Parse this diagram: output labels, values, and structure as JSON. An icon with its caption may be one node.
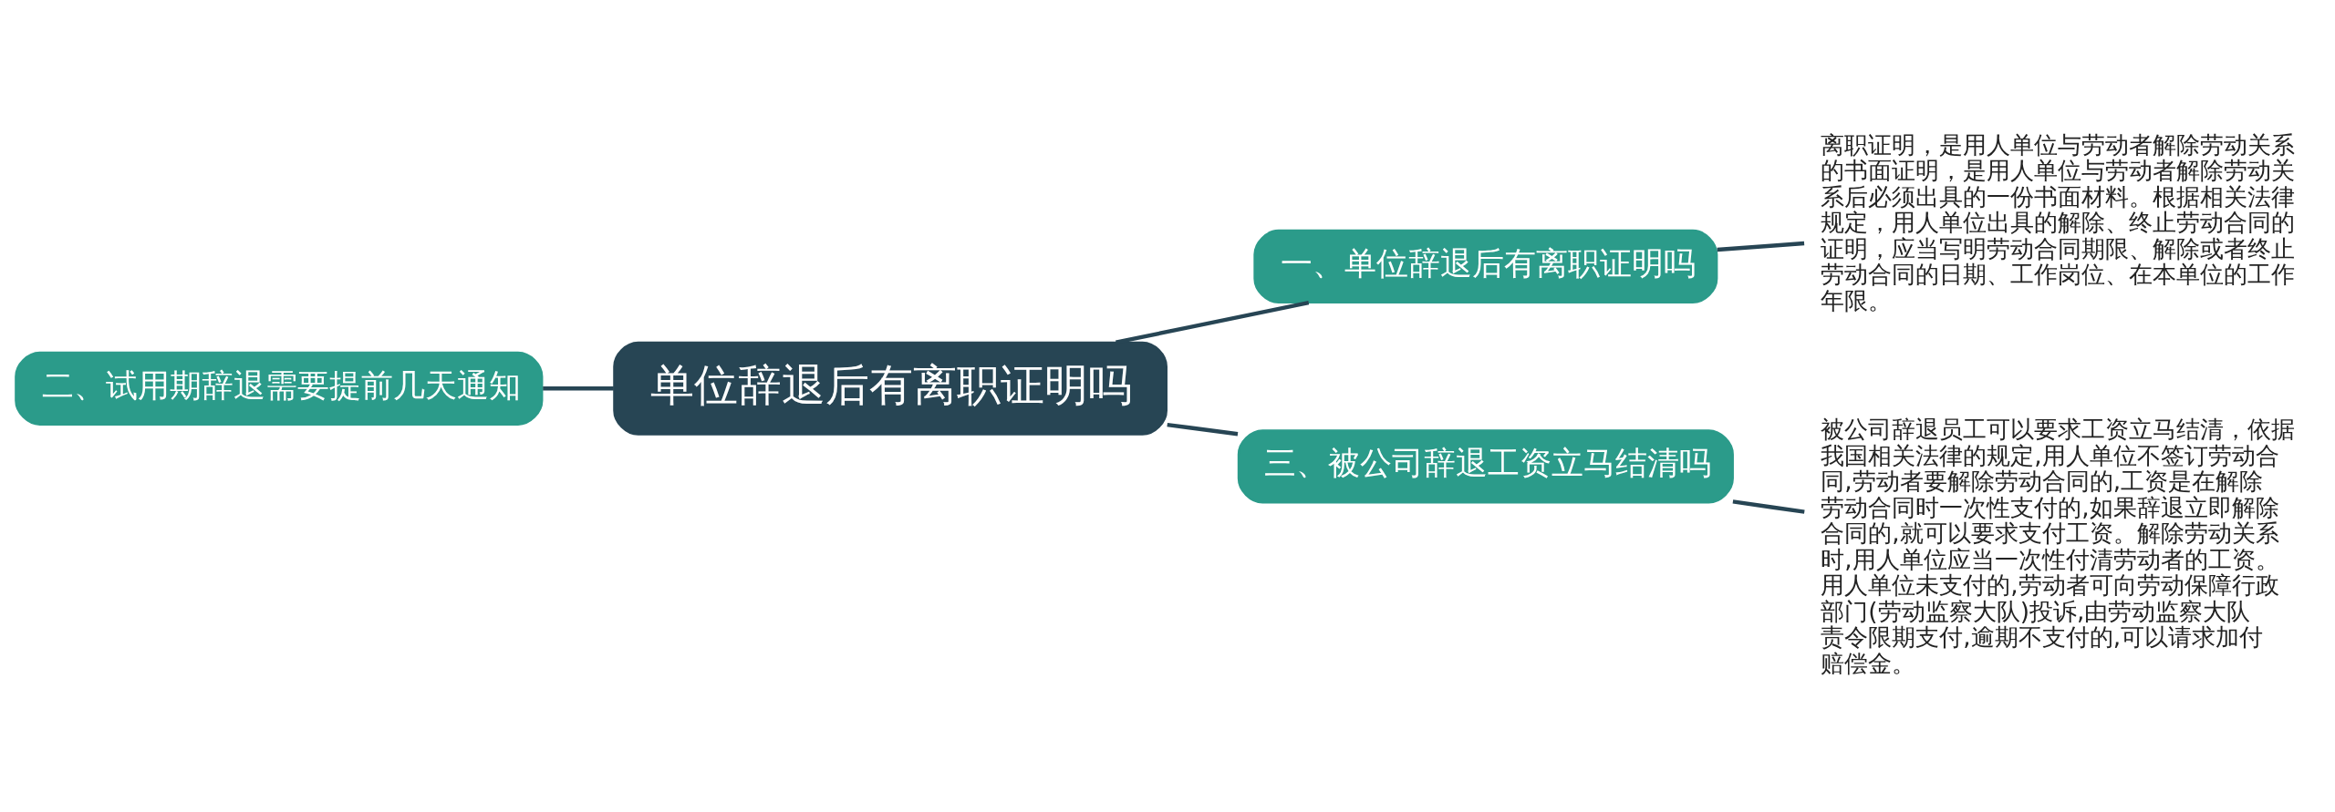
{
  "diagram": {
    "nodes": [
      {
        "text": [
          "二、试用期辞退需要提前几天通知"
        ]
      },
      {
        "text": [
          "单位辞退后有离职证明吗"
        ]
      },
      {
        "text": [
          "一、单位辞退后有离职证明吗"
        ]
      },
      {
        "text": [
          "离职证明，是用人单位与劳动者解除劳动关系的书面证明，是用人单位与劳动者解除劳动关系后必须出具的一份书面材料。根据相关法律规定，用人单位出具的解除、终止劳动合同的证明，应当写明劳动合同期限、解除或者终止劳动合同的日期、工作岗位、在本单位的工作年限。"
        ]
      },
      {
        "text": [
          "三、被公司辞退工资立马结清吗"
        ]
      },
      {
        "text": [
          "被公司辞退员工可以要求工资立马结清，依据我国相关法律的规定,用人单位不签订劳动合同,劳动者要解除劳动合同的,工资是在解除劳动合同时一次性支付的,如果辞退立即解除合同的,就可以要求支付工资。解除劳动关系时,用人单位应当一次性付清劳动者的工资。用人单位未支付的,劳动者可向劳动保障行政部门(劳动监察大队)投诉,由劳动监察大队责令限期支付,逾期不支付的,可以请求加付赔偿金。"
        ]
      }
    ],
    "edges": [
      {
        "from": 0,
        "to": 1,
        "arrow": "none"
      },
      {
        "from": 1,
        "to": 2,
        "arrow": "none"
      },
      {
        "from": 2,
        "to": 3,
        "arrow": "none"
      },
      {
        "from": 1,
        "to": 4,
        "arrow": "none"
      },
      {
        "from": 4,
        "to": 5,
        "arrow": "none"
      }
    ]
  }
}
